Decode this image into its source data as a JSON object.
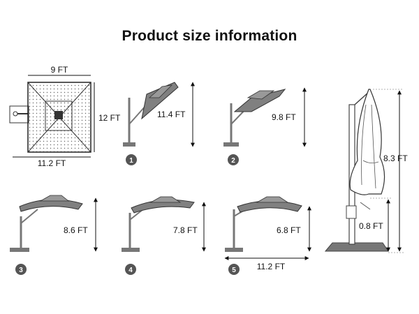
{
  "title": "Product size information",
  "top_view": {
    "width_label": "9 FT",
    "height_label": "12 FT",
    "diagonal_label": "11.2 FT"
  },
  "positions": [
    {
      "number": "1",
      "height_label": "11.4 FT"
    },
    {
      "number": "2",
      "height_label": "9.8 FT"
    },
    {
      "number": "3",
      "height_label": "8.6 FT"
    },
    {
      "number": "4",
      "height_label": "7.8 FT"
    },
    {
      "number": "5",
      "height_label": "6.8 FT"
    }
  ],
  "span_label": "11.2 FT",
  "side_view": {
    "total_height_label": "8.3 FT",
    "base_height_label": "0.8 FT"
  }
}
